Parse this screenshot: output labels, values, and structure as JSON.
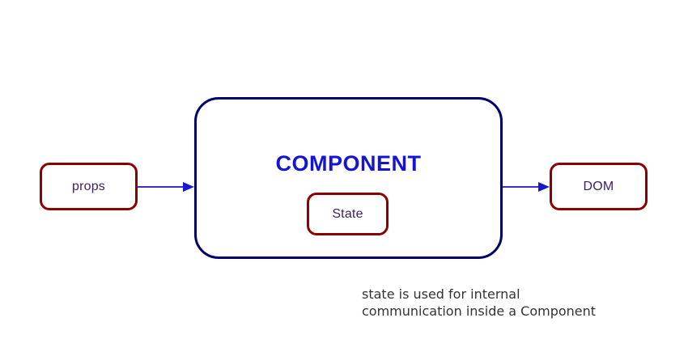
{
  "diagram": {
    "title_text": "COMPONENT",
    "background_color": "#ffffff",
    "nodes": {
      "props": {
        "label": "props",
        "border_color": "#8B0000",
        "text_color": "#3B1F5E"
      },
      "component": {
        "label": "COMPONENT",
        "border_color": "#00006B",
        "text_color": "#1414D2"
      },
      "state": {
        "label": "State",
        "border_color": "#8B0000",
        "text_color": "#3B1F5E"
      },
      "dom": {
        "label": "DOM",
        "border_color": "#8B0000",
        "text_color": "#3B1F5E"
      }
    },
    "edges": [
      {
        "from": "props",
        "to": "component",
        "color": "#3333CC",
        "direction": "right"
      },
      {
        "from": "component",
        "to": "dom",
        "color": "#3333CC",
        "direction": "right"
      }
    ],
    "caption": {
      "line1": "state is used for internal",
      "line2": "communication inside a Component",
      "color": "#333333"
    }
  }
}
